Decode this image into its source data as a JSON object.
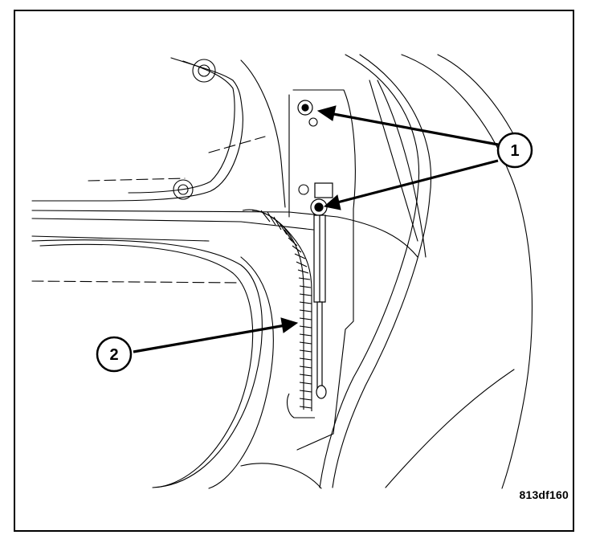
{
  "diagram": {
    "callouts": [
      {
        "id": "callout-1",
        "label": "1"
      },
      {
        "id": "callout-2",
        "label": "2"
      }
    ],
    "figure_id": "813df160",
    "line_color": "#000000",
    "background": "#ffffff"
  }
}
